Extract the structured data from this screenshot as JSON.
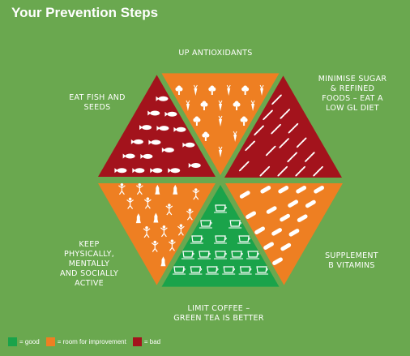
{
  "title": "Your Prevention Steps",
  "colors": {
    "background": "#6aa84f",
    "good": "#1aa34a",
    "room_for_improvement": "#ee7f22",
    "bad": "#a3131c",
    "icon": "#ffffff"
  },
  "segments": [
    {
      "id": "antioxidants",
      "status": "room_for_improvement",
      "icon": "vegetable-icon",
      "label_lines": [
        "UP ANTIOXIDANTS"
      ]
    },
    {
      "id": "sugar",
      "status": "bad",
      "icon": "wheat-and-pasta-icon",
      "label_lines": [
        "MINIMISE SUGAR",
        "& REFINED",
        "FOODS – EAT A",
        "LOW GL DIET"
      ]
    },
    {
      "id": "vitamins",
      "status": "room_for_improvement",
      "icon": "pill-icon",
      "label_lines": [
        "SUPPLEMENT",
        "B VITAMINS"
      ]
    },
    {
      "id": "coffee",
      "status": "good",
      "icon": "cup-icon",
      "label_lines": [
        "LIMIT COFFEE –",
        "GREEN TEA IS BETTER"
      ]
    },
    {
      "id": "active",
      "status": "room_for_improvement",
      "icon": "activity-icon",
      "label_lines": [
        "KEEP",
        "PHYSICALLY,",
        "MENTALLY",
        "AND SOCIALLY",
        "ACTIVE"
      ]
    },
    {
      "id": "fish",
      "status": "bad",
      "icon": "fish-icon",
      "label_lines": [
        "EAT FISH AND",
        "SEEDS"
      ]
    }
  ],
  "legend": [
    {
      "status": "good",
      "text": "= good"
    },
    {
      "status": "room_for_improvement",
      "text": "= room for improvement"
    },
    {
      "status": "bad",
      "text": "= bad"
    }
  ]
}
